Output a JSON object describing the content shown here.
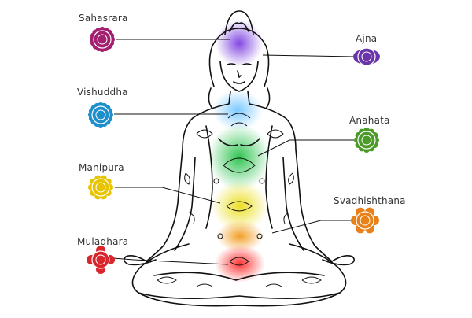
{
  "chakras": [
    {
      "id": "sahasrara",
      "name": "Sahasrara",
      "color": "#a2206f",
      "glow": "#7b3fe0"
    },
    {
      "id": "ajna",
      "name": "Ajna",
      "color": "#6a35a8",
      "glow": "#5b3ddc"
    },
    {
      "id": "vishuddha",
      "name": "Vishuddha",
      "color": "#1f8fcc",
      "glow": "#6fc3ff"
    },
    {
      "id": "anahata",
      "name": "Anahata",
      "color": "#4c9a2a",
      "glow": "#27c24a"
    },
    {
      "id": "manipura",
      "name": "Manipura",
      "color": "#e8c400",
      "glow": "#eadd1a"
    },
    {
      "id": "svadhishthana",
      "name": "Svadhishthana",
      "color": "#e8811a",
      "glow": "#f19a1c"
    },
    {
      "id": "muladhara",
      "name": "Muladhara",
      "color": "#d8262c",
      "glow": "#ff2a2a"
    }
  ],
  "figure": {
    "outline_color": "#111111"
  }
}
